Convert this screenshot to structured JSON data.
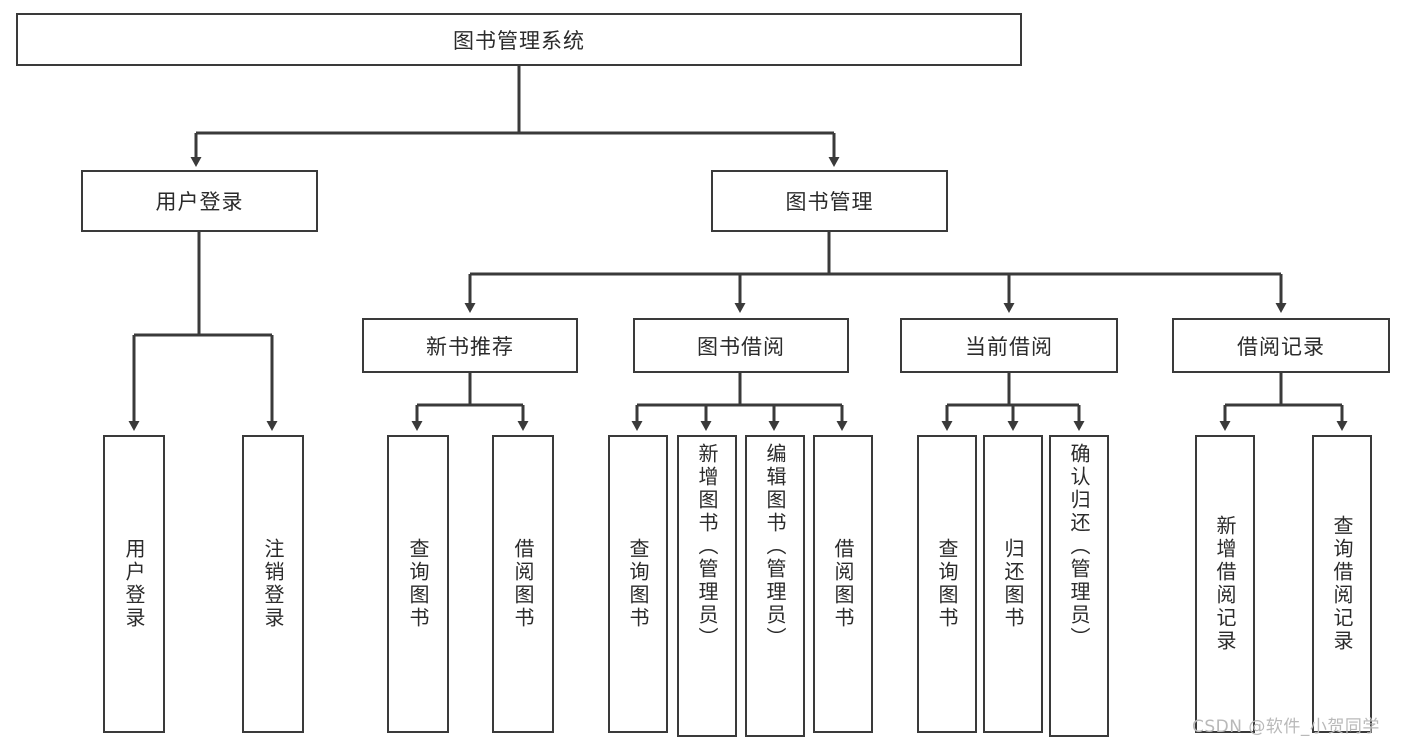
{
  "diagram": {
    "type": "tree-hierarchy",
    "title": "图书管理系统",
    "root": {
      "id": "root",
      "label": "图书管理系统"
    },
    "level1": [
      {
        "id": "user-login",
        "label": "用户登录"
      },
      {
        "id": "book-management",
        "label": "图书管理"
      }
    ],
    "level2": [
      {
        "id": "new-book-recommend",
        "label": "新书推荐",
        "parent": "book-management"
      },
      {
        "id": "book-borrow",
        "label": "图书借阅",
        "parent": "book-management"
      },
      {
        "id": "current-borrow",
        "label": "当前借阅",
        "parent": "book-management"
      },
      {
        "id": "borrow-record",
        "label": "借阅记录",
        "parent": "book-management"
      }
    ],
    "leaves": {
      "user_login": [
        {
          "id": "leaf-user-login",
          "label": "用户登录"
        },
        {
          "id": "leaf-user-logout",
          "label": "注销登录"
        }
      ],
      "new_book_recommend": [
        {
          "id": "leaf-query-book-1",
          "label": "查询图书"
        },
        {
          "id": "leaf-borrow-book-1",
          "label": "借阅图书"
        }
      ],
      "book_borrow": [
        {
          "id": "leaf-query-book-2",
          "label": "查询图书"
        },
        {
          "id": "leaf-add-book",
          "label": "新增图书（管理员）"
        },
        {
          "id": "leaf-edit-book",
          "label": "编辑图书（管理员）"
        },
        {
          "id": "leaf-borrow-book-2",
          "label": "借阅图书"
        }
      ],
      "current_borrow": [
        {
          "id": "leaf-query-book-3",
          "label": "查询图书"
        },
        {
          "id": "leaf-return-book",
          "label": "归还图书"
        },
        {
          "id": "leaf-confirm-return",
          "label": "确认归还（管理员）"
        }
      ],
      "borrow_record": [
        {
          "id": "leaf-add-record",
          "label": "新增借阅记录"
        },
        {
          "id": "leaf-query-record",
          "label": "查询借阅记录"
        }
      ]
    },
    "colors": {
      "border": "#3a3a3a",
      "text": "#2b2b2b",
      "background": "#ffffff",
      "watermark": "#b9b9b9"
    }
  },
  "watermark": {
    "text": "CSDN @软件_小贺同学"
  }
}
